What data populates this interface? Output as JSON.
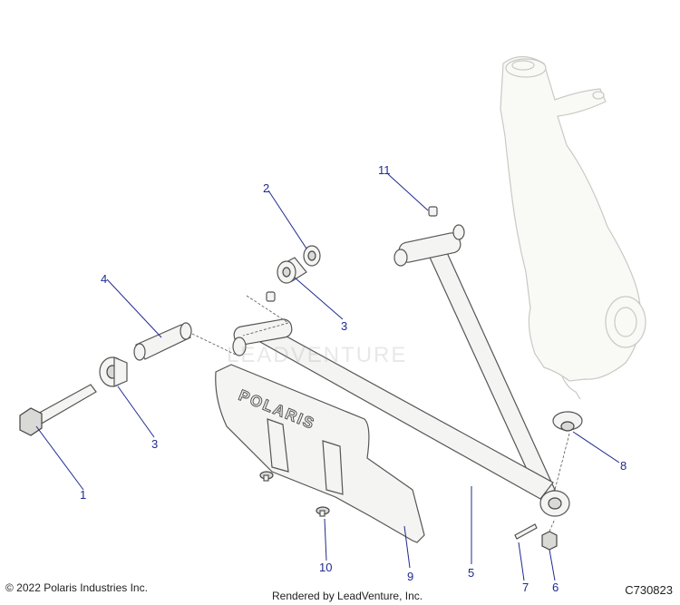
{
  "callouts": {
    "c1": "1",
    "c2": "2",
    "c3a": "3",
    "c3b": "3",
    "c4": "4",
    "c5": "5",
    "c6": "6",
    "c7": "7",
    "c8": "8",
    "c9": "9",
    "c10": "10",
    "c11": "11"
  },
  "guard_logo": "POLARIS",
  "watermark": "LEADVENTURE",
  "footer": {
    "copyright": "© 2022 Polaris Industries Inc.",
    "rendered_by": "Rendered by LeadVenture, Inc.",
    "figure_code": "C730823"
  },
  "colors": {
    "callout": "#1f2a8f",
    "outline": "#555555"
  }
}
